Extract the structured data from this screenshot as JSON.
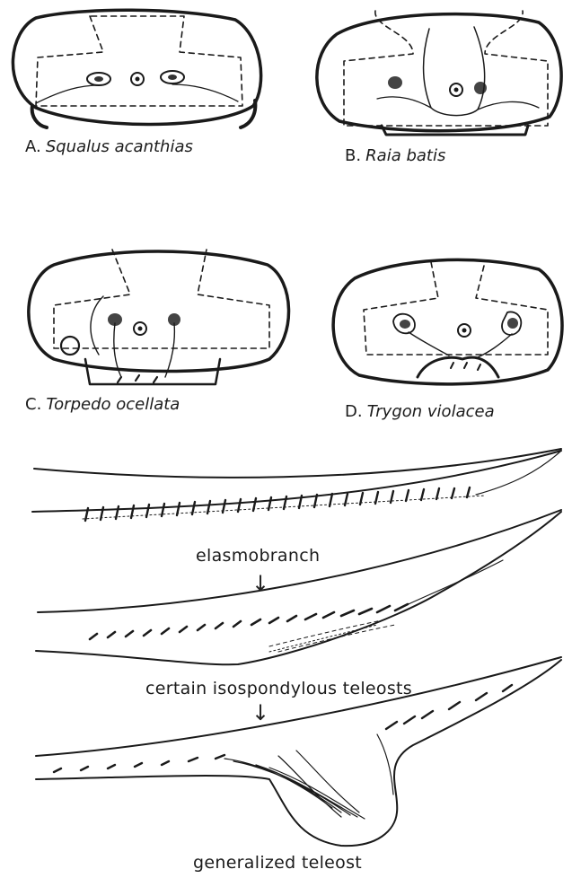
{
  "panels": [
    {
      "letter": "A.",
      "species": "Squalus acanthias"
    },
    {
      "letter": "B.",
      "species": "Raia batis"
    },
    {
      "letter": "C.",
      "species": "Torpedo ocellata"
    },
    {
      "letter": "D.",
      "species": "Trygon violacea"
    }
  ],
  "stages": [
    {
      "label": "elasmobranch"
    },
    {
      "label": "certain isospondylous teleosts"
    },
    {
      "label": "generalized teleost"
    }
  ],
  "arrow_glyph": "↓"
}
